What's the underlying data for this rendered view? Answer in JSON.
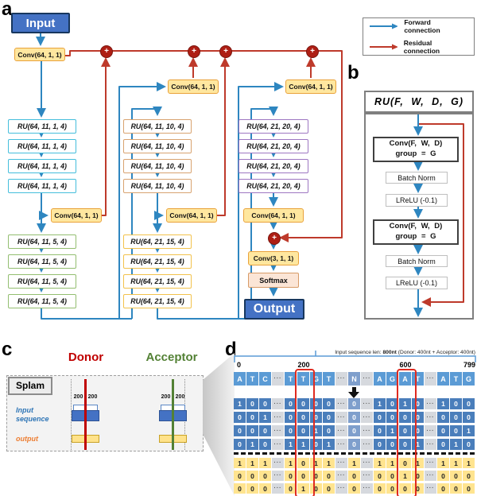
{
  "panel_labels": {
    "a": "a",
    "b": "b",
    "c": "c",
    "d": "d"
  },
  "legend": {
    "forward": "Forward connection",
    "residual": "Residual connection"
  },
  "arch": {
    "input_label": "Input",
    "output_label": "Output",
    "plus": "+",
    "conv1": "Conv(64, 1, 1)",
    "col1": {
      "ru_stack1": [
        "RU(64, 11, 1, 4)",
        "RU(64, 11, 1, 4)",
        "RU(64, 11, 1, 4)",
        "RU(64, 11, 1, 4)"
      ],
      "conv_mid": "Conv(64, 1, 1)",
      "ru_stack2": [
        "RU(64, 11, 5, 4)",
        "RU(64, 11, 5, 4)",
        "RU(64, 11, 5, 4)",
        "RU(64, 11, 5, 4)"
      ]
    },
    "col2": {
      "conv_top": "Conv(64, 1, 1)",
      "ru_stack1": [
        "RU(64, 11, 10, 4)",
        "RU(64, 11, 10, 4)",
        "RU(64, 11, 10, 4)",
        "RU(64, 11, 10, 4)"
      ],
      "conv_mid": "Conv(64, 1, 1)",
      "ru_stack2": [
        "RU(64, 21, 15, 4)",
        "RU(64, 21, 15, 4)",
        "RU(64, 21, 15, 4)",
        "RU(64, 21, 15, 4)"
      ]
    },
    "col3": {
      "conv_top": "Conv(64, 1, 1)",
      "ru_stack1": [
        "RU(64, 21, 20, 4)",
        "RU(64, 21, 20, 4)",
        "RU(64, 21, 20, 4)",
        "RU(64, 21, 20, 4)"
      ],
      "conv_mid": "Conv(64, 1, 1)",
      "conv_out": "Conv(3, 1, 1)",
      "softmax": "Softmax"
    }
  },
  "ru_unit": {
    "title": "RU(F, W, D, G)",
    "conv_line1": "Conv(F, W, D)",
    "conv_line2": "group = G",
    "batch_norm": "Batch Norm",
    "lrelu": "LReLU (-0.1)"
  },
  "splam": {
    "tag": "Splam",
    "donor": "Donor",
    "acceptor": "Acceptor",
    "input_label_1": "Input",
    "input_label_2": "sequence",
    "output_label": "output",
    "window": "200"
  },
  "sequence": {
    "annotation": {
      "prefix": "Input sequence len: ",
      "bold": "800nt",
      "suffix": " (Donor: 400nt + Acceptor: 400nt)"
    },
    "positions": [
      "0",
      "200",
      "600",
      "799"
    ],
    "nucleotides": [
      "A",
      "T",
      "C",
      "···",
      "T",
      "T",
      "G",
      "T",
      "···",
      "N",
      "···",
      "A",
      "G",
      "A",
      "T",
      "···",
      "A",
      "T",
      "G"
    ],
    "onehot_rows": [
      [
        "1",
        "0",
        "0",
        "···",
        "0",
        "0",
        "0",
        "0",
        "···",
        "0",
        "···",
        "1",
        "0",
        "1",
        "0",
        "···",
        "1",
        "0",
        "0"
      ],
      [
        "0",
        "0",
        "1",
        "···",
        "0",
        "0",
        "0",
        "0",
        "···",
        "0",
        "···",
        "0",
        "0",
        "0",
        "0",
        "···",
        "0",
        "0",
        "0"
      ],
      [
        "0",
        "0",
        "0",
        "···",
        "0",
        "0",
        "1",
        "0",
        "···",
        "0",
        "···",
        "0",
        "1",
        "0",
        "0",
        "···",
        "0",
        "0",
        "1"
      ],
      [
        "0",
        "1",
        "0",
        "···",
        "1",
        "1",
        "0",
        "1",
        "···",
        "0",
        "···",
        "0",
        "0",
        "0",
        "1",
        "···",
        "0",
        "1",
        "0"
      ]
    ],
    "output_rows": [
      [
        "1",
        "1",
        "1",
        "···",
        "1",
        "0",
        "1",
        "1",
        "···",
        "1",
        "···",
        "1",
        "1",
        "0",
        "1",
        "···",
        "1",
        "1",
        "1"
      ],
      [
        "0",
        "0",
        "0",
        "···",
        "0",
        "0",
        "0",
        "0",
        "···",
        "0",
        "···",
        "0",
        "0",
        "1",
        "0",
        "···",
        "0",
        "0",
        "0"
      ],
      [
        "0",
        "0",
        "0",
        "···",
        "0",
        "1",
        "0",
        "0",
        "···",
        "0",
        "···",
        "0",
        "0",
        "0",
        "0",
        "···",
        "0",
        "0",
        "0"
      ]
    ]
  },
  "colors": {
    "forward_blue": "#2E86C0",
    "residual_red": "#BE3A2B",
    "node_yellow": "#FFE79F",
    "io_blue": "#4472C4",
    "donor_red": "#C00000",
    "acceptor_green": "#538135",
    "seq_blue": "#5B9BD5",
    "matrix_blue": "#4A7EBB",
    "output_yellow": "#FFE48F",
    "highlight_red": "#E02B20"
  }
}
